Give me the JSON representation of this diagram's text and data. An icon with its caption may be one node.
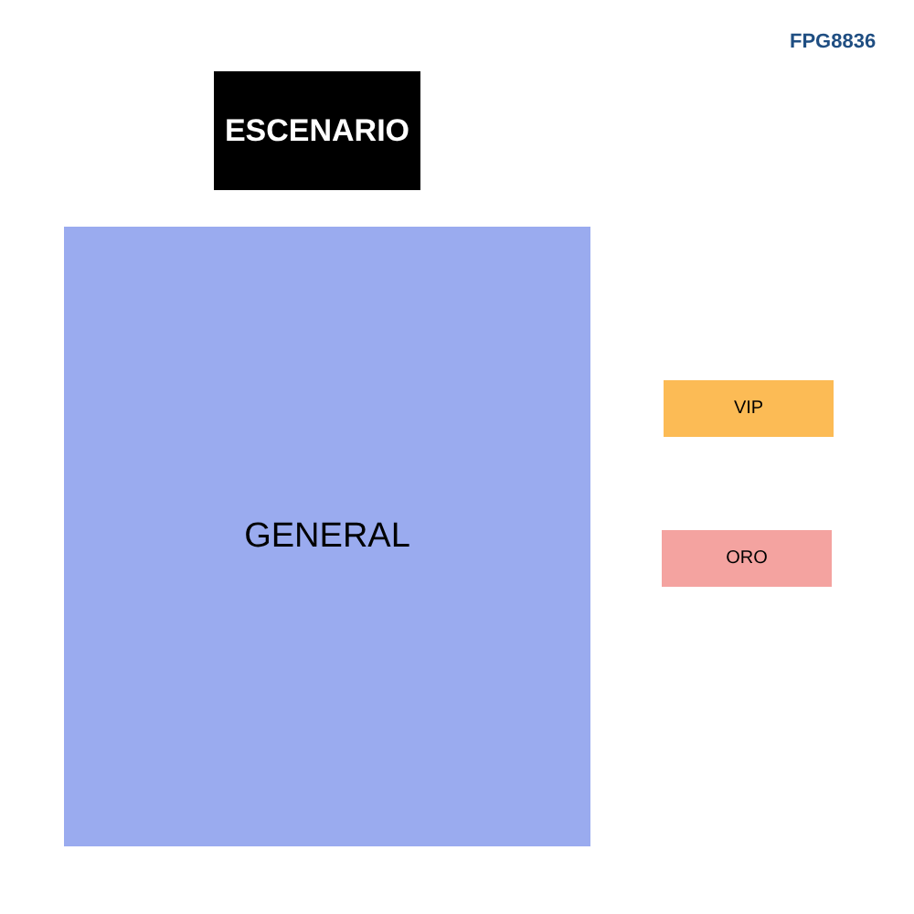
{
  "diagram": {
    "nodes": [
      {
        "text": [
          "ESCENARIO"
        ]
      },
      {
        "text": [
          "GENERAL"
        ]
      },
      {
        "text": [
          "VIP"
        ]
      },
      {
        "text": [
          "ORO"
        ]
      }
    ],
    "labels": [
      "FPG8836"
    ]
  }
}
